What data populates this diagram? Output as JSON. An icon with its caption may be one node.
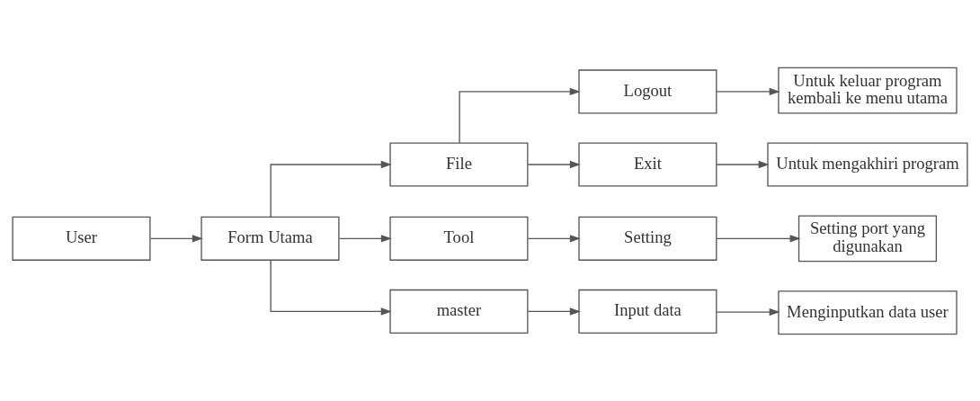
{
  "diagram": {
    "nodes": [
      {
        "text": [
          "User"
        ]
      },
      {
        "text": [
          "Form Utama"
        ]
      },
      {
        "text": [
          "File"
        ]
      },
      {
        "text": [
          "Logout"
        ]
      },
      {
        "text": [
          "Untuk keluar program kembali ke menu utama"
        ]
      },
      {
        "text": [
          "Exit"
        ]
      },
      {
        "text": [
          "Untuk mengakhiri program"
        ]
      },
      {
        "text": [
          "Tool"
        ]
      },
      {
        "text": [
          "Setting"
        ]
      },
      {
        "text": [
          "Setting port yang digunakan"
        ]
      },
      {
        "text": [
          "master"
        ]
      },
      {
        "text": [
          "Input data"
        ]
      },
      {
        "text": [
          "Menginputkan data user"
        ]
      }
    ],
    "edges": [
      {
        "from": 0,
        "to": 1,
        "arrow": "to"
      },
      {
        "from": 1,
        "to": 2,
        "arrow": "to"
      },
      {
        "from": 1,
        "to": 7,
        "arrow": "to"
      },
      {
        "from": 1,
        "to": 10,
        "arrow": "to"
      },
      {
        "from": 2,
        "to": 3,
        "arrow": "to"
      },
      {
        "from": 2,
        "to": 5,
        "arrow": "to"
      },
      {
        "from": 3,
        "to": 4,
        "arrow": "to"
      },
      {
        "from": 5,
        "to": 6,
        "arrow": "to"
      },
      {
        "from": 7,
        "to": 8,
        "arrow": "to"
      },
      {
        "from": 8,
        "to": 9,
        "arrow": "to"
      },
      {
        "from": 10,
        "to": 11,
        "arrow": "to"
      },
      {
        "from": 11,
        "to": 12,
        "arrow": "to"
      }
    ]
  }
}
